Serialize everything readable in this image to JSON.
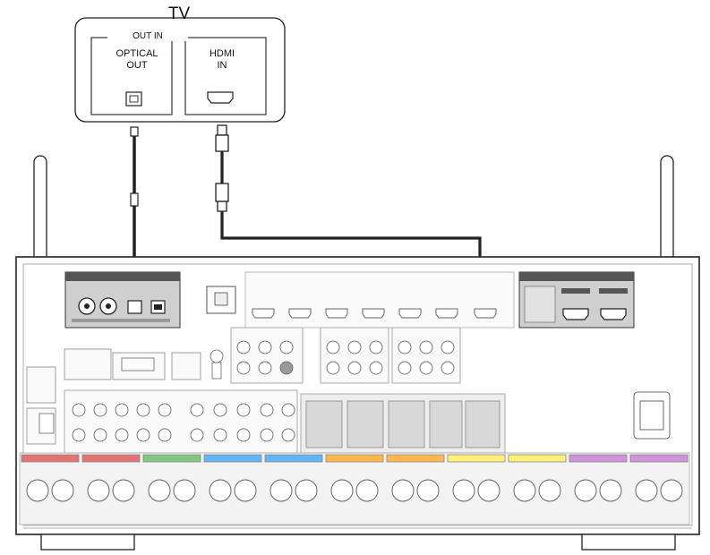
{
  "tv": {
    "title": "TV",
    "group_label": "OUT IN",
    "optical_line1": "OPTICAL",
    "optical_line2": "OUT",
    "hdmi_line1": "HDMI",
    "hdmi_line2": "IN"
  },
  "colors": {
    "line": "#222222",
    "panel_fill": "#f6f6f6",
    "terminal_gray": "#cfcfcf",
    "front_left": "#e57373",
    "center": "#81c784",
    "surround": "#64b5f6",
    "surround_back": "#ffb74d",
    "height1": "#fff176",
    "height2": "#ce93d8"
  }
}
